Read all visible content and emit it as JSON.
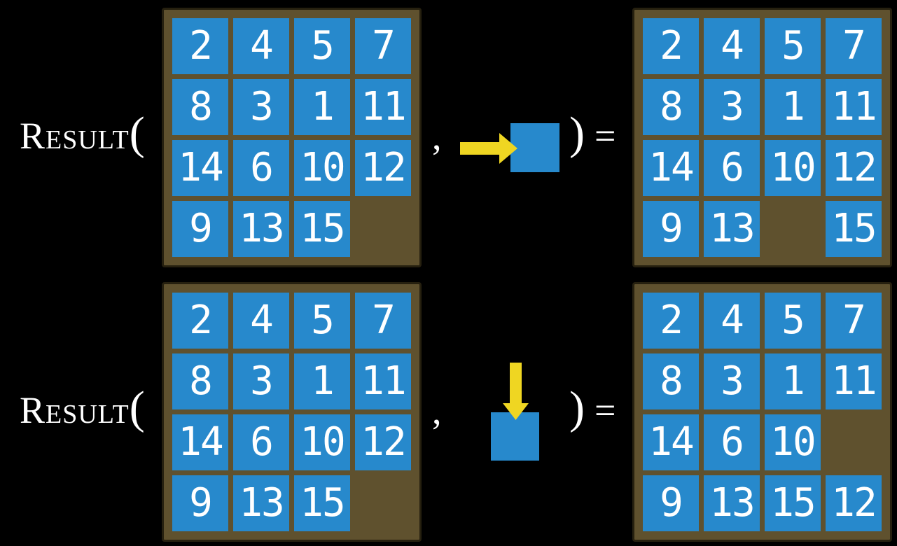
{
  "colors": {
    "background": "#000000",
    "tile_blue": "#2789CC",
    "board_face": "#5F512E",
    "board_border": "#26200F",
    "arrow_yellow": "#EFD622",
    "text": "#FFFFFF"
  },
  "rows": [
    {
      "function_name": "Result",
      "open_paren": "(",
      "comma": ",",
      "close_paren": ")",
      "equals_sign": "=",
      "action": {
        "icon": "arrow-right-icon",
        "direction": "right"
      },
      "before_board": {
        "size": 4,
        "tiles": [
          "2",
          "4",
          "5",
          "7",
          "8",
          "3",
          "1",
          "11",
          "14",
          "6",
          "10",
          "12",
          "9",
          "13",
          "15",
          ""
        ]
      },
      "after_board": {
        "size": 4,
        "tiles": [
          "2",
          "4",
          "5",
          "7",
          "8",
          "3",
          "1",
          "11",
          "14",
          "6",
          "10",
          "12",
          "9",
          "13",
          "",
          "15"
        ]
      }
    },
    {
      "function_name": "Result",
      "open_paren": "(",
      "comma": ",",
      "close_paren": ")",
      "equals_sign": "=",
      "action": {
        "icon": "arrow-down-icon",
        "direction": "down"
      },
      "before_board": {
        "size": 4,
        "tiles": [
          "2",
          "4",
          "5",
          "7",
          "8",
          "3",
          "1",
          "11",
          "14",
          "6",
          "10",
          "12",
          "9",
          "13",
          "15",
          ""
        ]
      },
      "after_board": {
        "size": 4,
        "tiles": [
          "2",
          "4",
          "5",
          "7",
          "8",
          "3",
          "1",
          "11",
          "14",
          "6",
          "10",
          "",
          "9",
          "13",
          "15",
          "12"
        ]
      }
    }
  ]
}
